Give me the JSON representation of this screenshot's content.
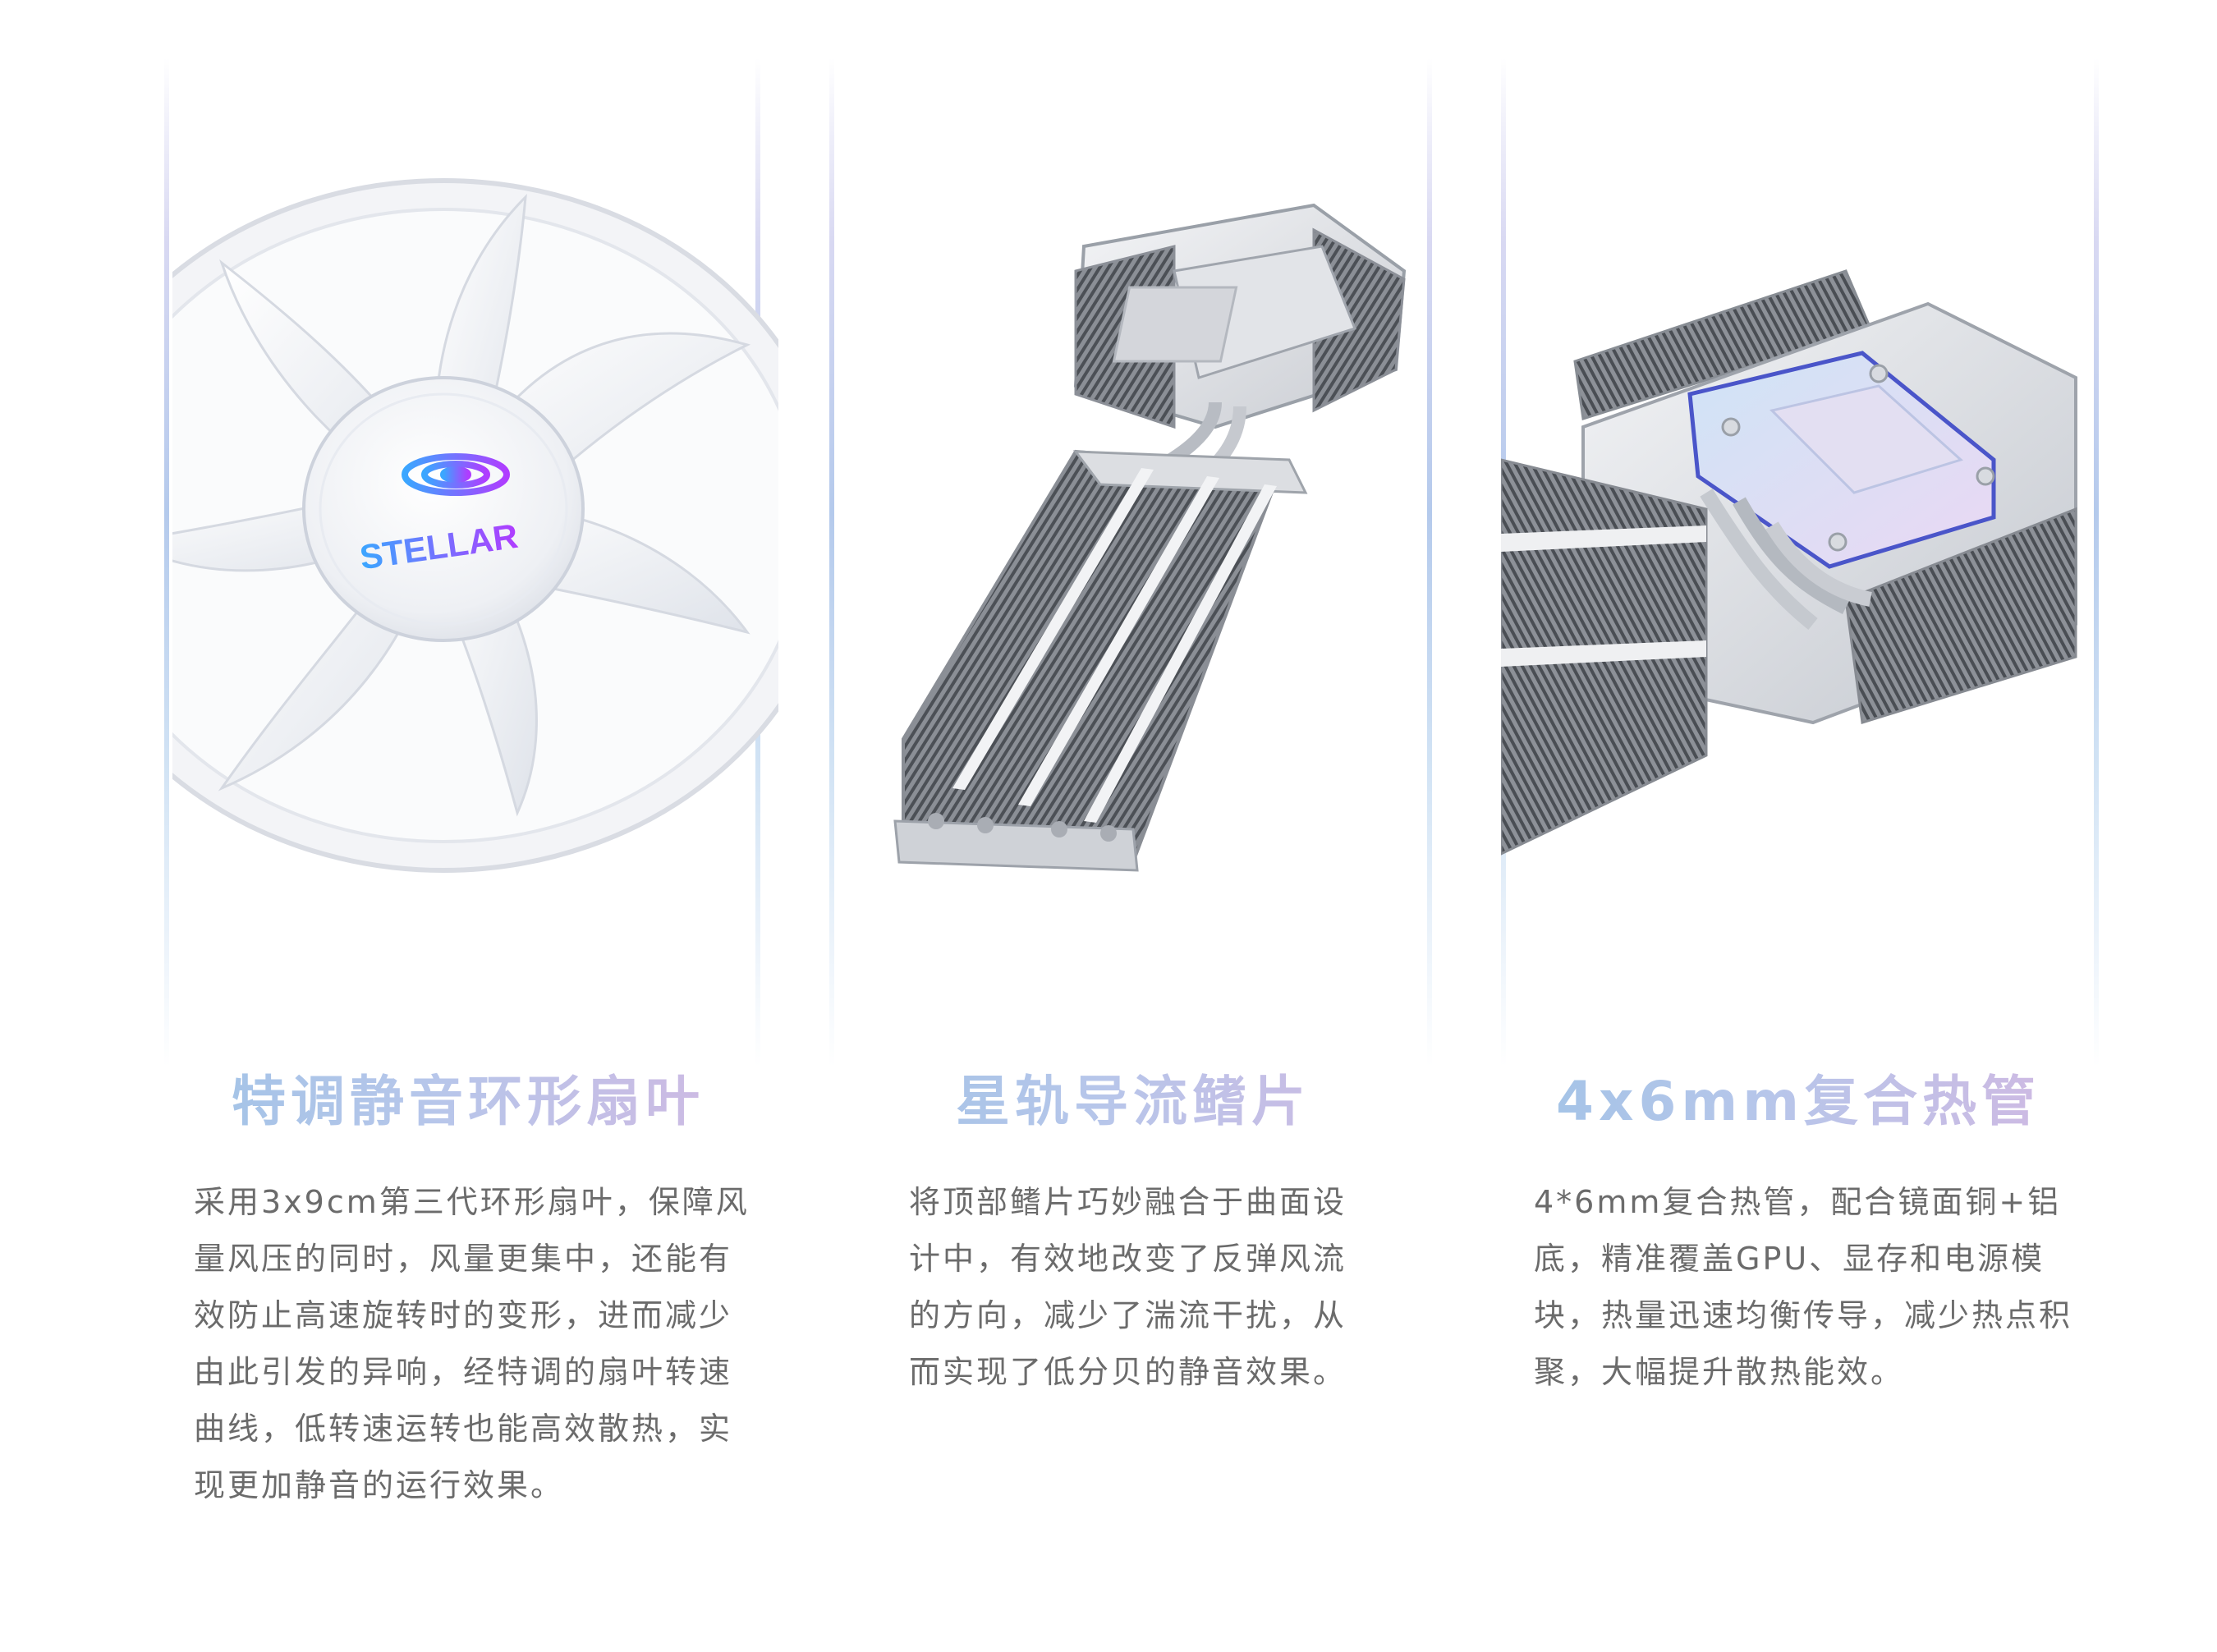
{
  "features": [
    {
      "title": "特调静音环形扇叶",
      "description": "采用3x9cm第三代环形扇叶，保障风量风压的同时，风量更集中，还能有效防止高速旋转时的变形，进而减少由此引发的异响，经特调的扇叶转速曲线，低转速运转也能高效散热，实现更加静音的运行效果。",
      "image_label": "STELLAR"
    },
    {
      "title": "星轨导流鳍片",
      "description": "将顶部鳍片巧妙融合于曲面设计中，有效地改变了反弹风流的方向，减少了湍流干扰，从而实现了低分贝的静音效果。"
    },
    {
      "title": "4x6mm复合热管",
      "description": "4*6mm复合热管，配合镜面铜+铝底，精准覆盖GPU、显存和电源模块，热量迅速均衡传导，减少热点积聚，大幅提升散热能效。"
    }
  ],
  "colors": {
    "title_gradient_start": "#9fc3e6",
    "title_gradient_end": "#d3b7e1",
    "body_text": "#6b6b6b",
    "divider": "#c8cdee",
    "logo_gradient_start": "#3aa7ff",
    "logo_gradient_end": "#b03cff"
  },
  "icons": [
    "fan-image",
    "stellar-logo-icon",
    "fin-heatsink-image",
    "heatpipe-heatsink-image"
  ]
}
